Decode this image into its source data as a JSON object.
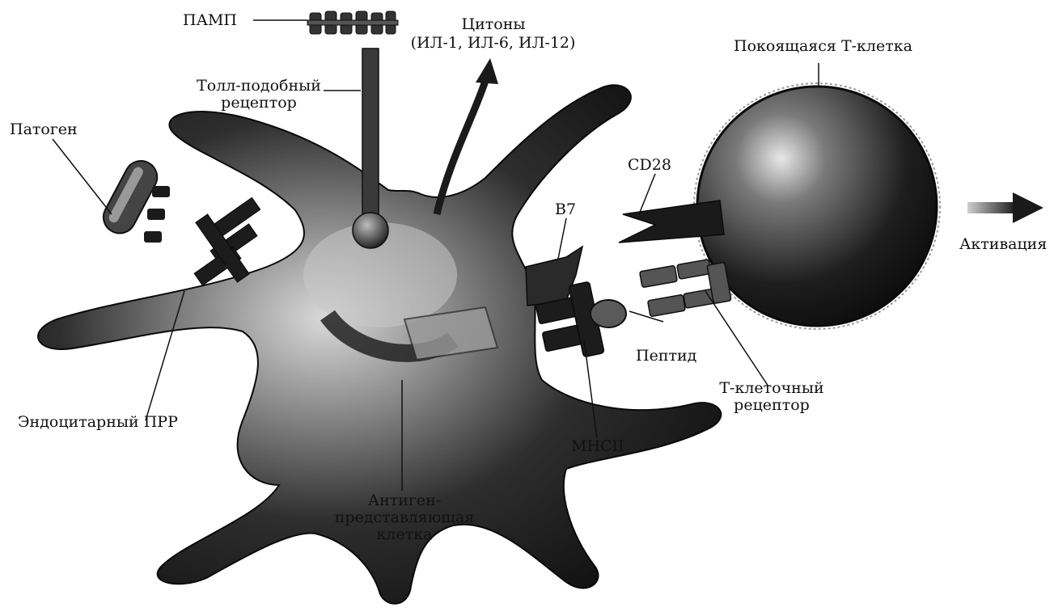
{
  "diagram": {
    "labels": {
      "pamp": "ПАМП",
      "cytokines_line1": "Цитоны",
      "cytokines_line2": "(ИЛ-1, ИЛ-6, ИЛ-12)",
      "toll_line1": "Толл-подобный",
      "toll_line2": "рецептор",
      "pathogen": "Патоген",
      "resting_tcell": "Покоящаяся Т-клетка",
      "cd28": "CD28",
      "b7": "B7",
      "activation": "Активация",
      "peptide": "Пептид",
      "tcr_line1": "Т-клеточный",
      "tcr_line2": "рецептор",
      "endocytic_prr": "Эндоцитарный ПРР",
      "mhc2": "MHCII",
      "apc_line1": "Антиген-",
      "apc_line2": "представляющая",
      "apc_line3": "клетка"
    }
  }
}
